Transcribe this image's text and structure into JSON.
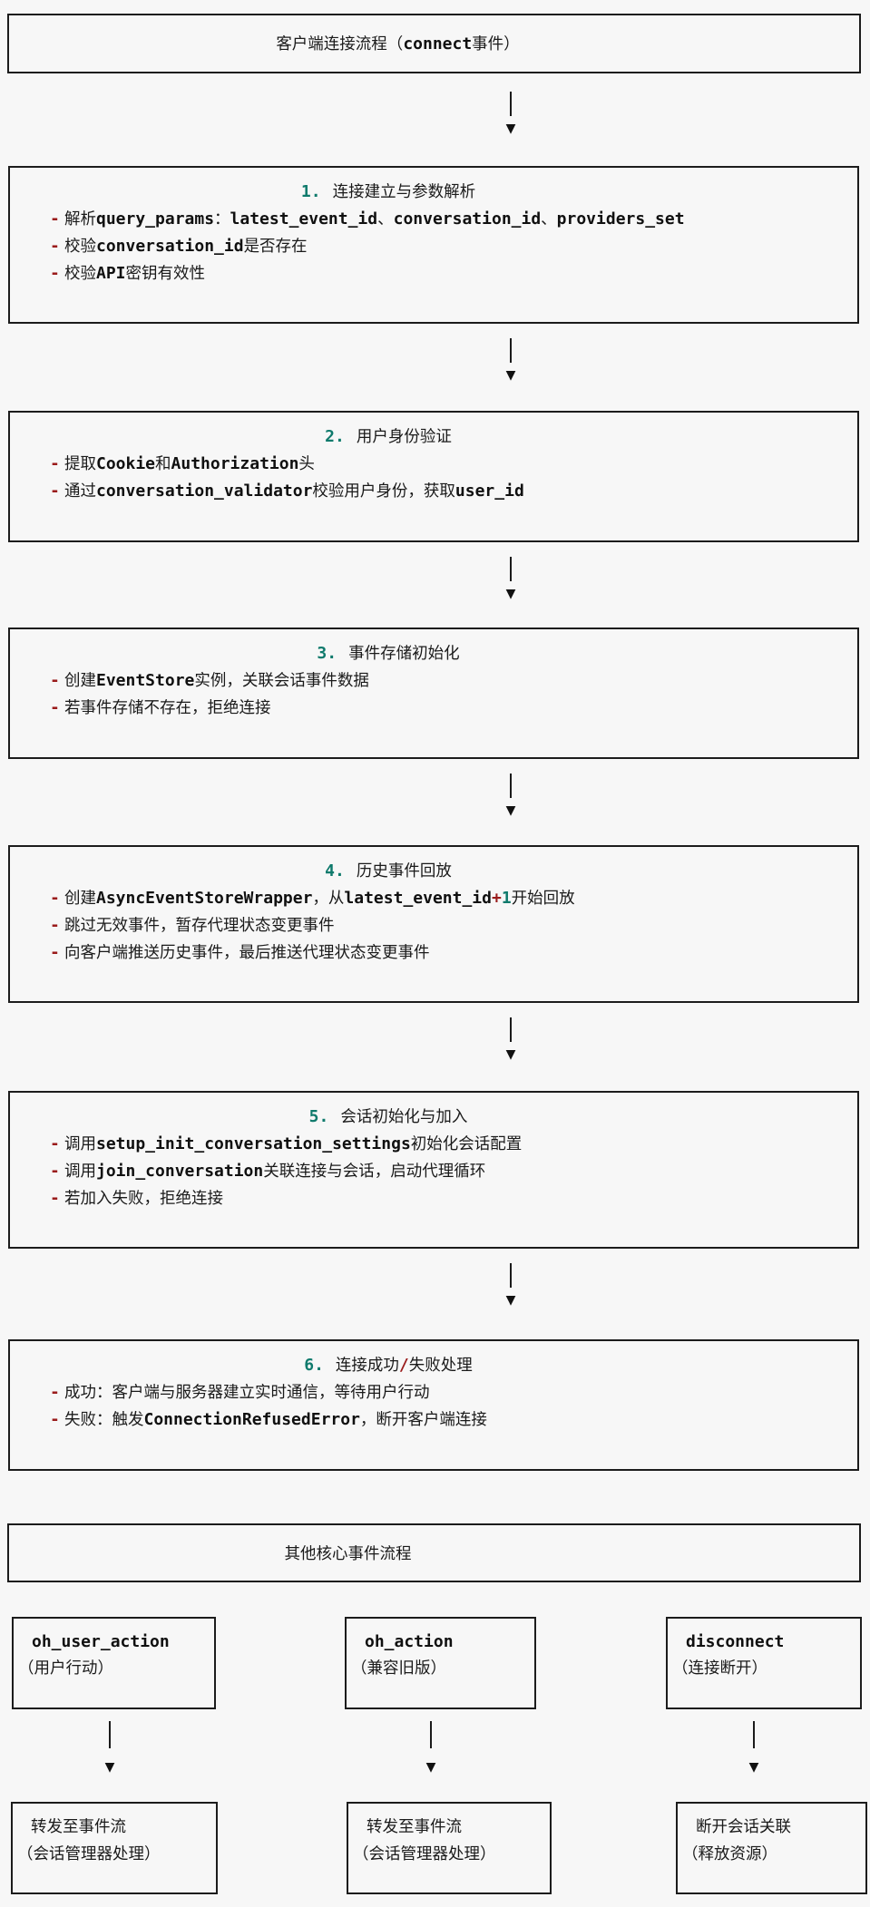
{
  "colors": {
    "background": "#f7f7f7",
    "border": "#1c1c1c",
    "number_teal": "#0f7a6c",
    "accent_red": "#9a1b1b",
    "text": "#1a1a1a"
  },
  "glyphs": {
    "dash": "-",
    "arrow_down": "▼"
  },
  "title": {
    "s0": "客户端连接流程（",
    "c0": "connect",
    "s1": "事件）"
  },
  "steps": [
    {
      "num": "1.",
      "title": "连接建立与参数解析",
      "b": [
        {
          "s0": "解析",
          "c0": "query_params",
          "s1": "：",
          "c1": "latest_event_id",
          "s2": "、",
          "c2": "conversation_id",
          "s3": "、",
          "c3": "providers_set"
        },
        {
          "s0": "校验",
          "c0": "conversation_id",
          "s1": "是否存在"
        },
        {
          "s0": "校验",
          "c0": "API",
          "s1": "密钥有效性"
        }
      ]
    },
    {
      "num": "2.",
      "title": "用户身份验证",
      "b": [
        {
          "s0": "提取",
          "c0": "Cookie",
          "s1": "和",
          "c1": "Authorization",
          "s2": "头"
        },
        {
          "s0": "通过",
          "c0": "conversation_validator",
          "s1": "校验用户身份，获取",
          "c1": "user_id"
        }
      ]
    },
    {
      "num": "3.",
      "title": "事件存储初始化",
      "b": [
        {
          "s0": "创建",
          "c0": "EventStore",
          "s1": "实例，关联会话事件数据"
        },
        {
          "s0": "若事件存储不存在，拒绝连接"
        }
      ]
    },
    {
      "num": "4.",
      "title": "历史事件回放",
      "b": [
        {
          "s0": "创建",
          "c0": "AsyncEventStoreWrapper",
          "s1": "，从",
          "c1": "latest_event_id",
          "op": "+",
          "n": "1",
          "s2": "开始回放"
        },
        {
          "s0": "跳过无效事件，暂存代理状态变更事件"
        },
        {
          "s0": "向客户端推送历史事件，最后推送代理状态变更事件"
        }
      ]
    },
    {
      "num": "5.",
      "title": "会话初始化与加入",
      "b": [
        {
          "s0": "调用",
          "c0": "setup_init_conversation_settings",
          "s1": "初始化会话配置"
        },
        {
          "s0": "调用",
          "c0": "join_conversation",
          "s1": "关联连接与会话，启动代理循环"
        },
        {
          "s0": "若加入失败，拒绝连接"
        }
      ]
    },
    {
      "num": "6.",
      "title_a": "连接成功",
      "title_slash": "/",
      "title_b": "失败处理",
      "b": [
        {
          "s0": "成功：客户端与服务器建立实时通信，等待用户行动"
        },
        {
          "s0": "失败：触发",
          "c0": "ConnectionRefusedError",
          "s1": "，断开客户端连接"
        }
      ]
    }
  ],
  "section": {
    "title": "其他核心事件流程"
  },
  "events": [
    {
      "name": "oh_user_action",
      "desc": "（用户行动）"
    },
    {
      "name": "oh_action",
      "desc": "（兼容旧版）"
    },
    {
      "name": "disconnect",
      "desc": "（连接断开）"
    }
  ],
  "targets": [
    {
      "line1": "转发至事件流",
      "line2": "（会话管理器处理）"
    },
    {
      "line1": "转发至事件流",
      "line2": "（会话管理器处理）"
    },
    {
      "line1": "断开会话关联",
      "line2": "（释放资源）"
    }
  ]
}
